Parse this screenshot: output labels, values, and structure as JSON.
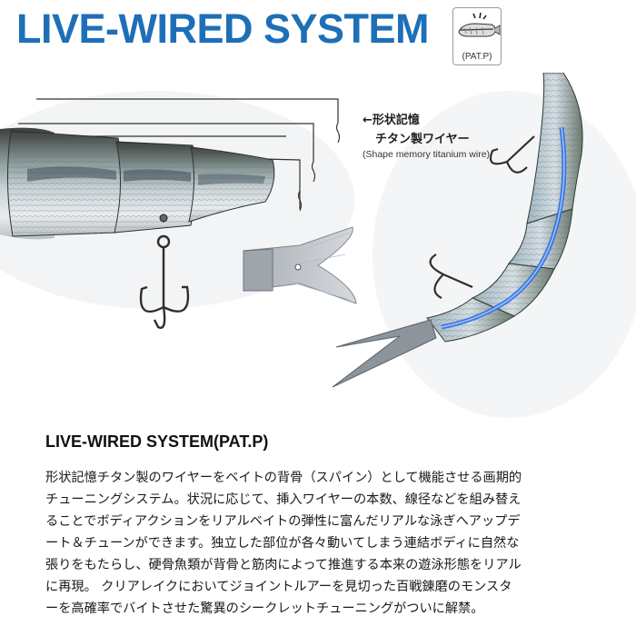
{
  "header": {
    "title": "LIVE-WIRED SYSTEM",
    "patent_label": "(PAT.P)"
  },
  "figure": {
    "callout_jp_line1": "←形状記憶",
    "callout_jp_line2": "チタン製ワイヤー",
    "callout_en": "(Shape memory titanium wire)",
    "accent_color": "#1e6fb8",
    "wire_highlight_color": "#2f6fe0",
    "icons": [
      "lure-diagram-icon",
      "lure-body",
      "treble-hook",
      "tail-fin",
      "titanium-wire"
    ]
  },
  "section": {
    "subtitle": "LIVE-WIRED SYSTEM(PAT.P)",
    "body_lines": [
      "形状記憶チタン製のワイヤーをベイトの背骨（スパイン）として機能させる画期的",
      "チューニングシステム。状況に応じて、挿入ワイヤーの本数、線径などを組み替え",
      "ることでボディアクションをリアルベイトの弾性に富んだリアルな泳ぎへアップデ",
      "ート＆チューンができます。独立した部位が各々動いてしまう連結ボディに自然な",
      "張りをもたらし、硬骨魚類が背骨と筋肉によって推進する本来の遊泳形態をリアル",
      "に再現。 クリアレイクにおいてジョイントルアーを見切った百戦錬磨のモンスタ",
      "ーを高確率でバイトさせた驚異のシークレットチューニングがついに解禁。"
    ]
  }
}
